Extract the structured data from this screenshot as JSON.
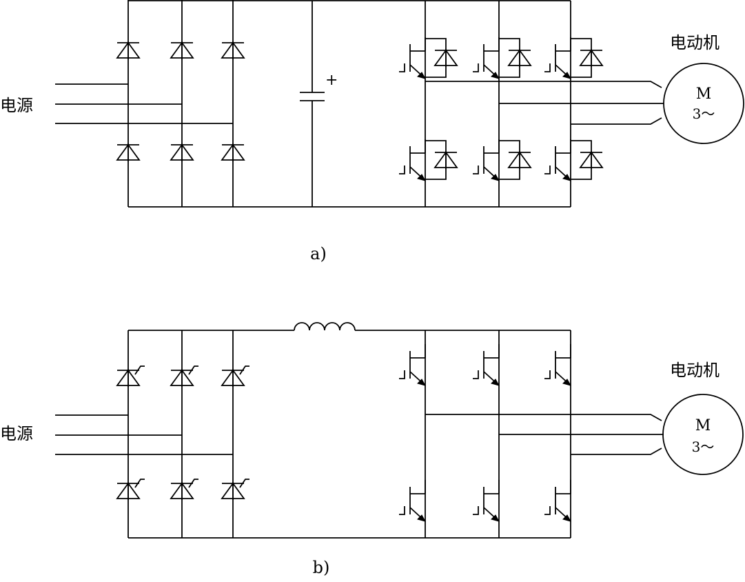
{
  "diagrams": [
    {
      "caption": "a)",
      "source_label": "电源",
      "motor_label": "电动机",
      "motor_symbol": "M",
      "motor_phases": "3～",
      "capacitor_polarity": "+"
    },
    {
      "caption": "b)",
      "source_label": "电源",
      "motor_label": "电动机",
      "motor_symbol": "M",
      "motor_phases": "3～"
    }
  ]
}
